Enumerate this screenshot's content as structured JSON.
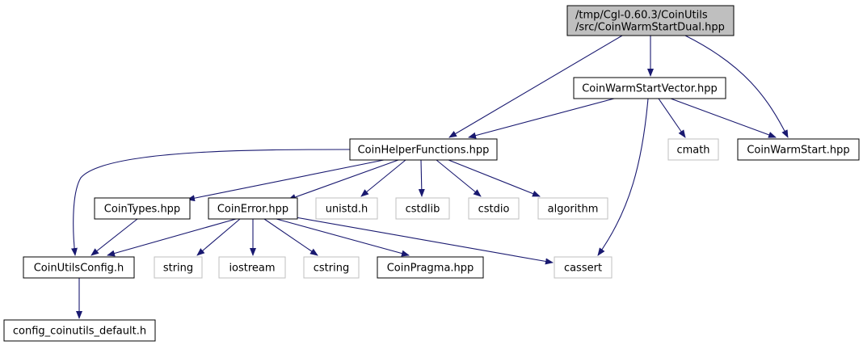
{
  "diagram": {
    "type": "include-dependency-graph",
    "nodes": [
      {
        "id": "root",
        "lines": [
          "/tmp/Cgl-0.60.3/CoinUtils",
          "/src/CoinWarmStartDual.hpp"
        ],
        "style": "root"
      },
      {
        "id": "wsvec",
        "lines": [
          "CoinWarmStartVector.hpp"
        ],
        "style": "documented"
      },
      {
        "id": "helper",
        "lines": [
          "CoinHelperFunctions.hpp"
        ],
        "style": "documented"
      },
      {
        "id": "cmath",
        "lines": [
          "cmath"
        ],
        "style": "system"
      },
      {
        "id": "ws",
        "lines": [
          "CoinWarmStart.hpp"
        ],
        "style": "documented"
      },
      {
        "id": "types",
        "lines": [
          "CoinTypes.hpp"
        ],
        "style": "documented"
      },
      {
        "id": "error",
        "lines": [
          "CoinError.hpp"
        ],
        "style": "documented"
      },
      {
        "id": "unistd",
        "lines": [
          "unistd.h"
        ],
        "style": "system"
      },
      {
        "id": "cstdlib",
        "lines": [
          "cstdlib"
        ],
        "style": "system"
      },
      {
        "id": "cstdio",
        "lines": [
          "cstdio"
        ],
        "style": "system"
      },
      {
        "id": "algorithm",
        "lines": [
          "algorithm"
        ],
        "style": "system"
      },
      {
        "id": "config",
        "lines": [
          "CoinUtilsConfig.h"
        ],
        "style": "documented"
      },
      {
        "id": "string",
        "lines": [
          "string"
        ],
        "style": "system"
      },
      {
        "id": "iostream",
        "lines": [
          "iostream"
        ],
        "style": "system"
      },
      {
        "id": "cstring",
        "lines": [
          "cstring"
        ],
        "style": "system"
      },
      {
        "id": "pragma",
        "lines": [
          "CoinPragma.hpp"
        ],
        "style": "documented"
      },
      {
        "id": "cassert",
        "lines": [
          "cassert"
        ],
        "style": "system"
      },
      {
        "id": "configdef",
        "lines": [
          "config_coinutils_default.h"
        ],
        "style": "documented"
      }
    ],
    "edges": [
      {
        "from": "root",
        "to": "wsvec"
      },
      {
        "from": "root",
        "to": "helper"
      },
      {
        "from": "root",
        "to": "ws"
      },
      {
        "from": "wsvec",
        "to": "helper"
      },
      {
        "from": "wsvec",
        "to": "cmath"
      },
      {
        "from": "wsvec",
        "to": "ws"
      },
      {
        "from": "wsvec",
        "to": "cassert"
      },
      {
        "from": "helper",
        "to": "config"
      },
      {
        "from": "helper",
        "to": "types"
      },
      {
        "from": "helper",
        "to": "error"
      },
      {
        "from": "helper",
        "to": "unistd"
      },
      {
        "from": "helper",
        "to": "cstdlib"
      },
      {
        "from": "helper",
        "to": "cstdio"
      },
      {
        "from": "helper",
        "to": "algorithm"
      },
      {
        "from": "types",
        "to": "config"
      },
      {
        "from": "error",
        "to": "config"
      },
      {
        "from": "error",
        "to": "string"
      },
      {
        "from": "error",
        "to": "iostream"
      },
      {
        "from": "error",
        "to": "cstring"
      },
      {
        "from": "error",
        "to": "pragma"
      },
      {
        "from": "error",
        "to": "cassert"
      },
      {
        "from": "config",
        "to": "configdef"
      }
    ],
    "colors": {
      "edge": "#191970",
      "root_fill": "#bfbfbf",
      "documented_border": "#000000",
      "system_border": "#bfbfbf",
      "text": "#000000"
    }
  }
}
